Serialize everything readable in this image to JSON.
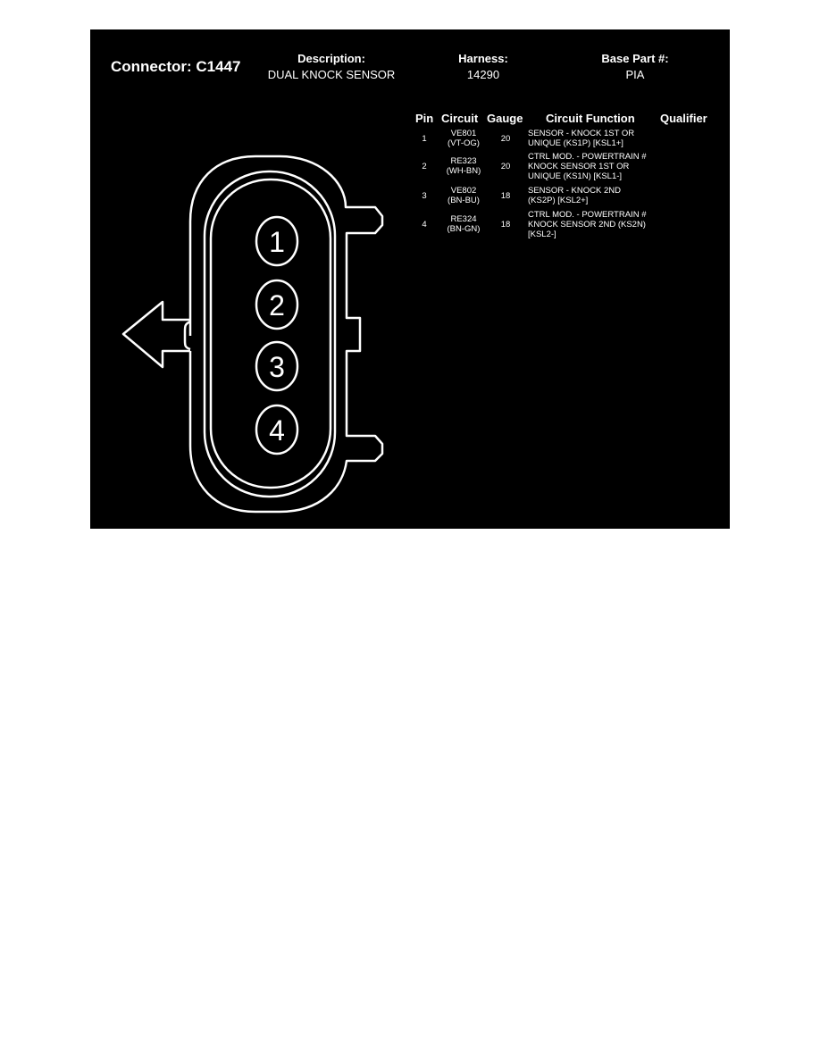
{
  "connector": {
    "label": "Connector: C1447",
    "description_label": "Description:",
    "description_value": "DUAL KNOCK SENSOR",
    "harness_label": "Harness:",
    "harness_value": "14290",
    "base_part_label": "Base Part #:",
    "base_part_value": "PIA"
  },
  "table": {
    "headers": {
      "pin": "Pin",
      "circuit": "Circuit",
      "gauge": "Gauge",
      "function": "Circuit Function",
      "qualifier": "Qualifier"
    },
    "rows": [
      {
        "pin": "1",
        "circuit_line1": "VE801",
        "circuit_line2": "(VT-OG)",
        "gauge": "20",
        "function_line1": "SENSOR - KNOCK 1ST OR",
        "function_line2": "UNIQUE (KS1P) [KSL1+]",
        "function_line3": "",
        "qualifier": ""
      },
      {
        "pin": "2",
        "circuit_line1": "RE323",
        "circuit_line2": "(WH-BN)",
        "gauge": "20",
        "function_line1": "CTRL MOD. - POWERTRAIN #",
        "function_line2": "KNOCK SENSOR 1ST OR",
        "function_line3": "UNIQUE (KS1N) [KSL1-]",
        "qualifier": ""
      },
      {
        "pin": "3",
        "circuit_line1": "VE802",
        "circuit_line2": "(BN-BU)",
        "gauge": "18",
        "function_line1": "SENSOR - KNOCK 2ND",
        "function_line2": "(KS2P) [KSL2+]",
        "function_line3": "",
        "qualifier": ""
      },
      {
        "pin": "4",
        "circuit_line1": "RE324",
        "circuit_line2": "(BN-GN)",
        "gauge": "18",
        "function_line1": "CTRL MOD. - POWERTRAIN #",
        "function_line2": "KNOCK SENSOR 2ND (KS2N)",
        "function_line3": "[KSL2-]",
        "qualifier": ""
      }
    ]
  },
  "diagram": {
    "pin_labels": [
      "1",
      "2",
      "3",
      "4"
    ],
    "background_color": "#000000",
    "line_color": "#ffffff"
  }
}
